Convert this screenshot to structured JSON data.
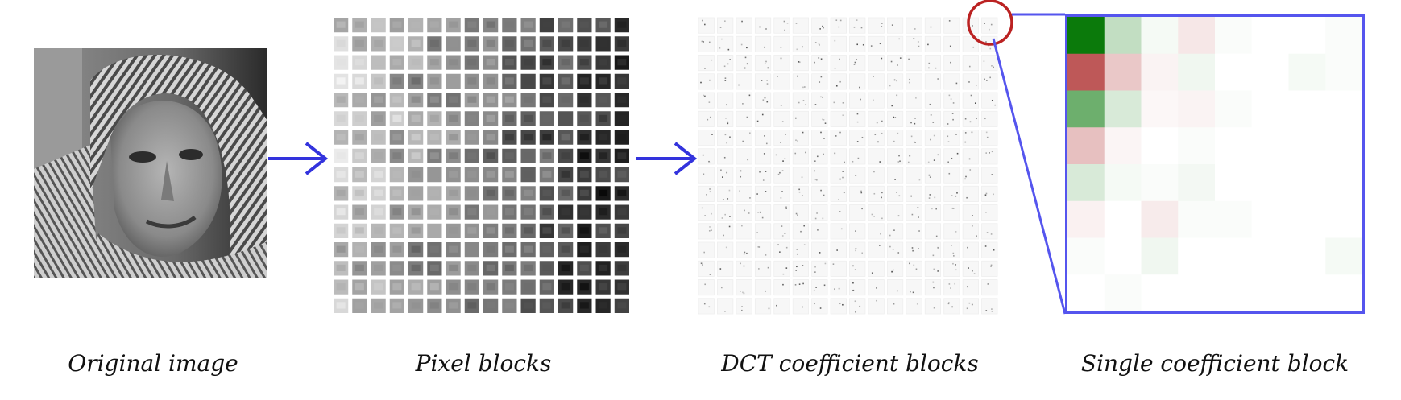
{
  "captions": {
    "original": "Original image",
    "pixel_blocks": "Pixel blocks",
    "dct_blocks": "DCT coefficient blocks",
    "single_block": "Single coefficient block"
  },
  "colors": {
    "arrow": "#3333dd",
    "zoom_frame": "#5555ee",
    "highlight_circle": "#bb2222",
    "positive": "#0b7a0b",
    "negative": "#b33a3a"
  },
  "grid": {
    "rows": 16,
    "cols": 16
  },
  "single_block": {
    "size": 8,
    "cells": [
      [
        1.0,
        0.25,
        0.04,
        -0.12,
        0.02,
        0.0,
        0.0,
        0.02
      ],
      [
        -0.85,
        -0.28,
        -0.06,
        0.06,
        0.0,
        0.0,
        0.04,
        0.02
      ],
      [
        0.6,
        0.16,
        -0.04,
        -0.06,
        0.02,
        0.0,
        0.0,
        0.0
      ],
      [
        -0.32,
        -0.05,
        0.0,
        0.02,
        0.0,
        0.0,
        0.0,
        0.0
      ],
      [
        0.16,
        0.04,
        0.02,
        0.05,
        0.0,
        0.0,
        0.0,
        0.0
      ],
      [
        -0.07,
        0.0,
        -0.1,
        0.02,
        0.02,
        0.0,
        0.0,
        0.0
      ],
      [
        0.02,
        0.0,
        0.06,
        0.0,
        0.0,
        0.0,
        0.0,
        0.04
      ],
      [
        0.0,
        0.02,
        0.0,
        0.0,
        0.0,
        0.0,
        0.0,
        0.0
      ]
    ]
  }
}
